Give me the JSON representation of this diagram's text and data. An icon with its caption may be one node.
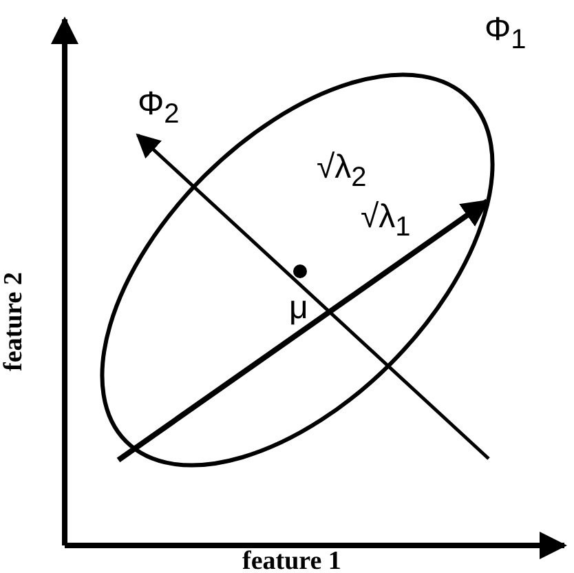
{
  "diagram": {
    "labels": [
      "Φ$_{1}$",
      "Φ$_{2}$",
      "√λ$_{2}$",
      "√λ$_{1}$",
      "μ",
      "feature 2",
      "feature 1"
    ]
  }
}
